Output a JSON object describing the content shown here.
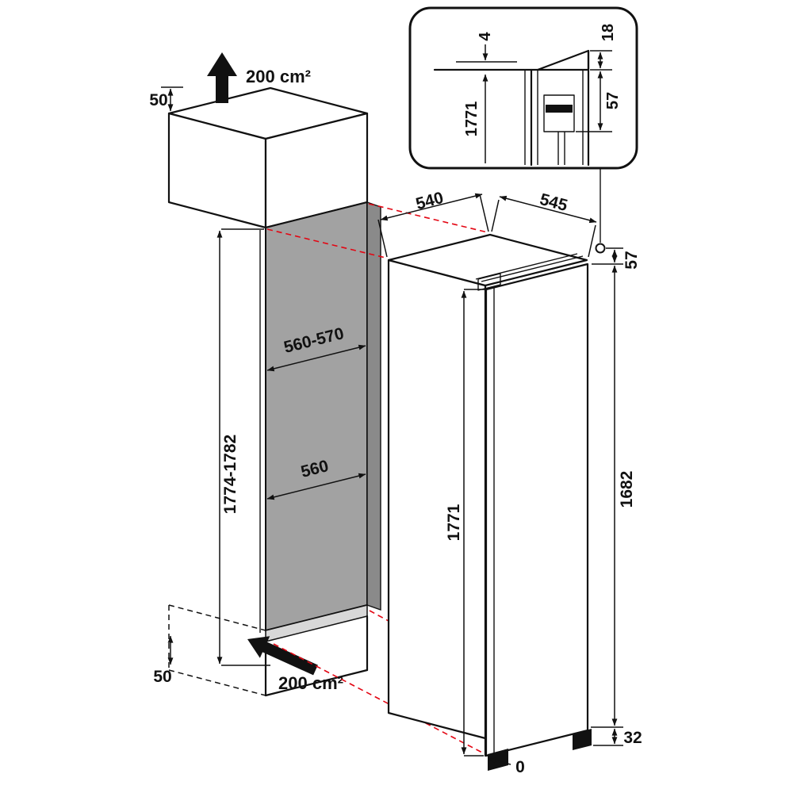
{
  "diagram_kind": "built-in refrigerator installation dimension drawing",
  "labels": {
    "inset_gap": "4",
    "inset_top": "18",
    "inset_height": "1771",
    "inset_depth": "57",
    "clearance_top": "50",
    "vent_top": "200 cm²",
    "niche_width": "560-570",
    "niche_height": "1774-1782",
    "niche_depth": "560",
    "clearance_bottom": "50",
    "vent_bottom": "200 cm²",
    "top_width": "540",
    "top_depth": "545",
    "top_recess": "57",
    "appliance_height": "1771",
    "door_height": "1682",
    "plinth": "32",
    "floor": "0"
  },
  "icons": {
    "vent_arrow_top": "bold-arrow-up",
    "vent_arrow_bottom": "bold-arrow-up-left"
  },
  "colors": {
    "line": "#111111",
    "red": "#e30613",
    "panel": "#a2a2a2",
    "panel_edge": "#8a8a8a",
    "floor": "#d8d8d8"
  }
}
